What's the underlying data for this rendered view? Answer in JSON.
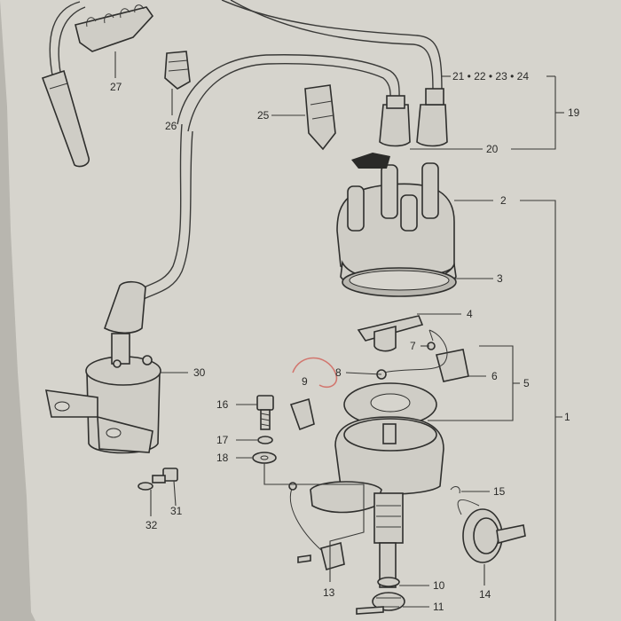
{
  "diagram": {
    "callouts": {
      "c1": "1",
      "c2": "2",
      "c3": "3",
      "c4": "4",
      "c5": "5",
      "c6": "6",
      "c7": "7",
      "c8": "8",
      "c9": "9",
      "c10": "10",
      "c11": "11",
      "c13": "13",
      "c14": "14",
      "c15": "15",
      "c16": "16",
      "c17": "17",
      "c18": "18",
      "c19": "19",
      "c20": "20",
      "c21_24": "21 • 22 • 23 • 24",
      "c25": "25",
      "c26": "26",
      "c27": "27",
      "c30": "30",
      "c31": "31",
      "c32": "32"
    },
    "colors": {
      "paper": "#d6d4cd",
      "ink": "#2f2f2d",
      "red_annotation": "#d2766e"
    }
  }
}
